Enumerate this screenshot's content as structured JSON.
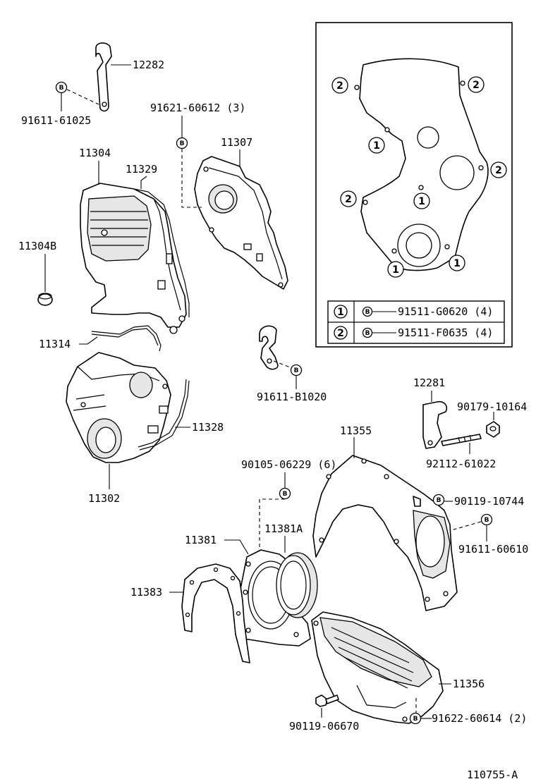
{
  "diagram": {
    "drawing_code": "110755-A",
    "labels": {
      "p12282": "12282",
      "p91611_61025": "91611-61025",
      "p91621_60612": "91621-60612 (3)",
      "p11304": "11304",
      "p11329": "11329",
      "p11307": "11307",
      "p11304B": "11304B",
      "p11314": "11314",
      "p91611_B1020": "91611-B1020",
      "p11328": "11328",
      "p11302": "11302",
      "p12281": "12281",
      "p90179_10164": "90179-10164",
      "p92112_61022": "92112-61022",
      "p11355": "11355",
      "p90105_06229": "90105-06229 (6)",
      "p90119_10744": "90119-10744",
      "p91611_60610": "91611-60610",
      "p11381": "11381",
      "p11381A": "11381A",
      "p11383": "11383",
      "p11356": "11356",
      "p90119_06670": "90119-06670",
      "p91622_60614": "91622-60614 (2)"
    },
    "bolt_symbol": "B",
    "inset": {
      "markers": {
        "one": "1",
        "two": "2"
      },
      "legend": [
        {
          "marker": "1",
          "symbol": "B",
          "part": "91511-G0620 (4)"
        },
        {
          "marker": "2",
          "symbol": "B",
          "part": "91511-F0635 (4)"
        }
      ]
    }
  }
}
